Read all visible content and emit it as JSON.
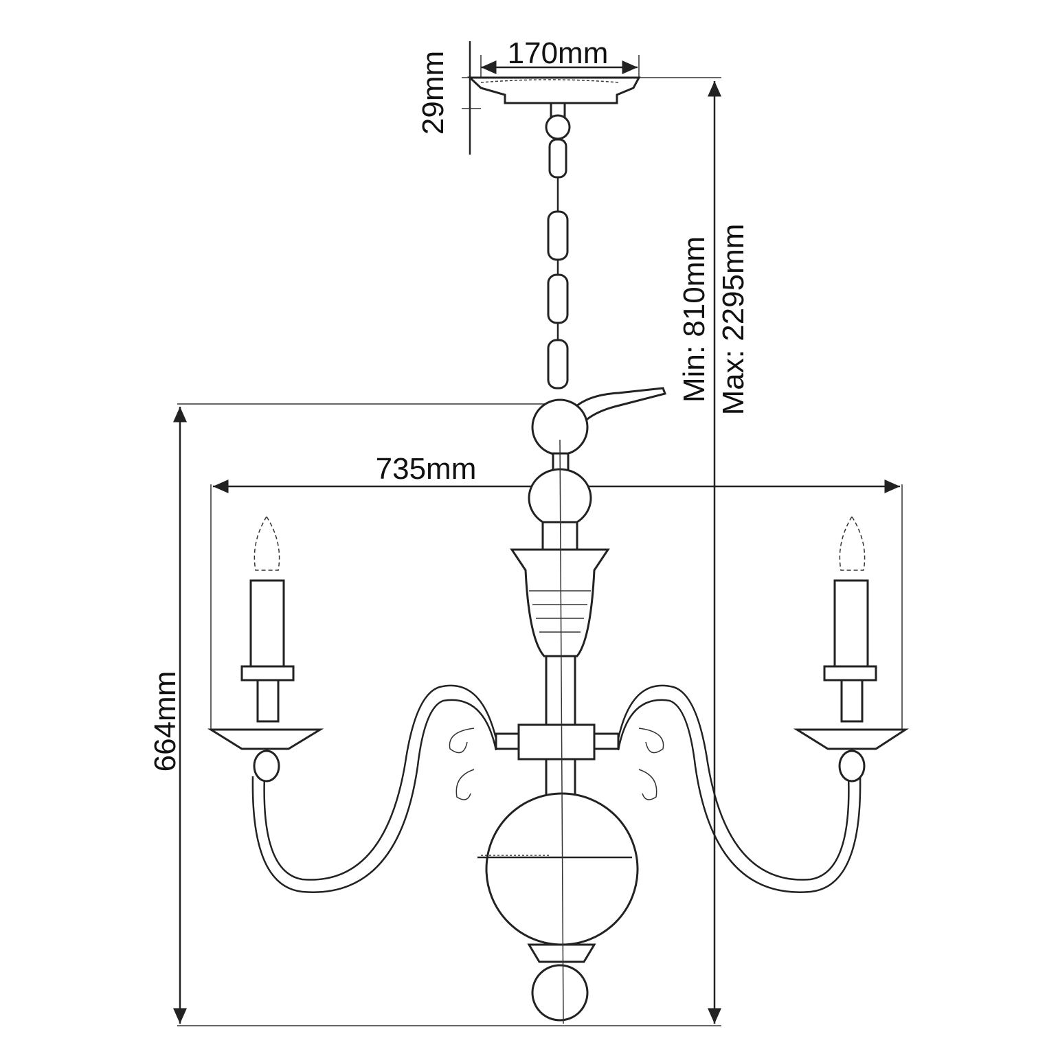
{
  "title": "Chandelier dimension drawing",
  "dimensions": {
    "canopy_width": "170mm",
    "canopy_height": "29mm",
    "min_height": "Min: 810mm",
    "max_height": "Max: 2295mm",
    "overall_width": "735mm",
    "body_height": "664mm"
  },
  "colors": {
    "line": "#222222",
    "background": "#ffffff"
  }
}
